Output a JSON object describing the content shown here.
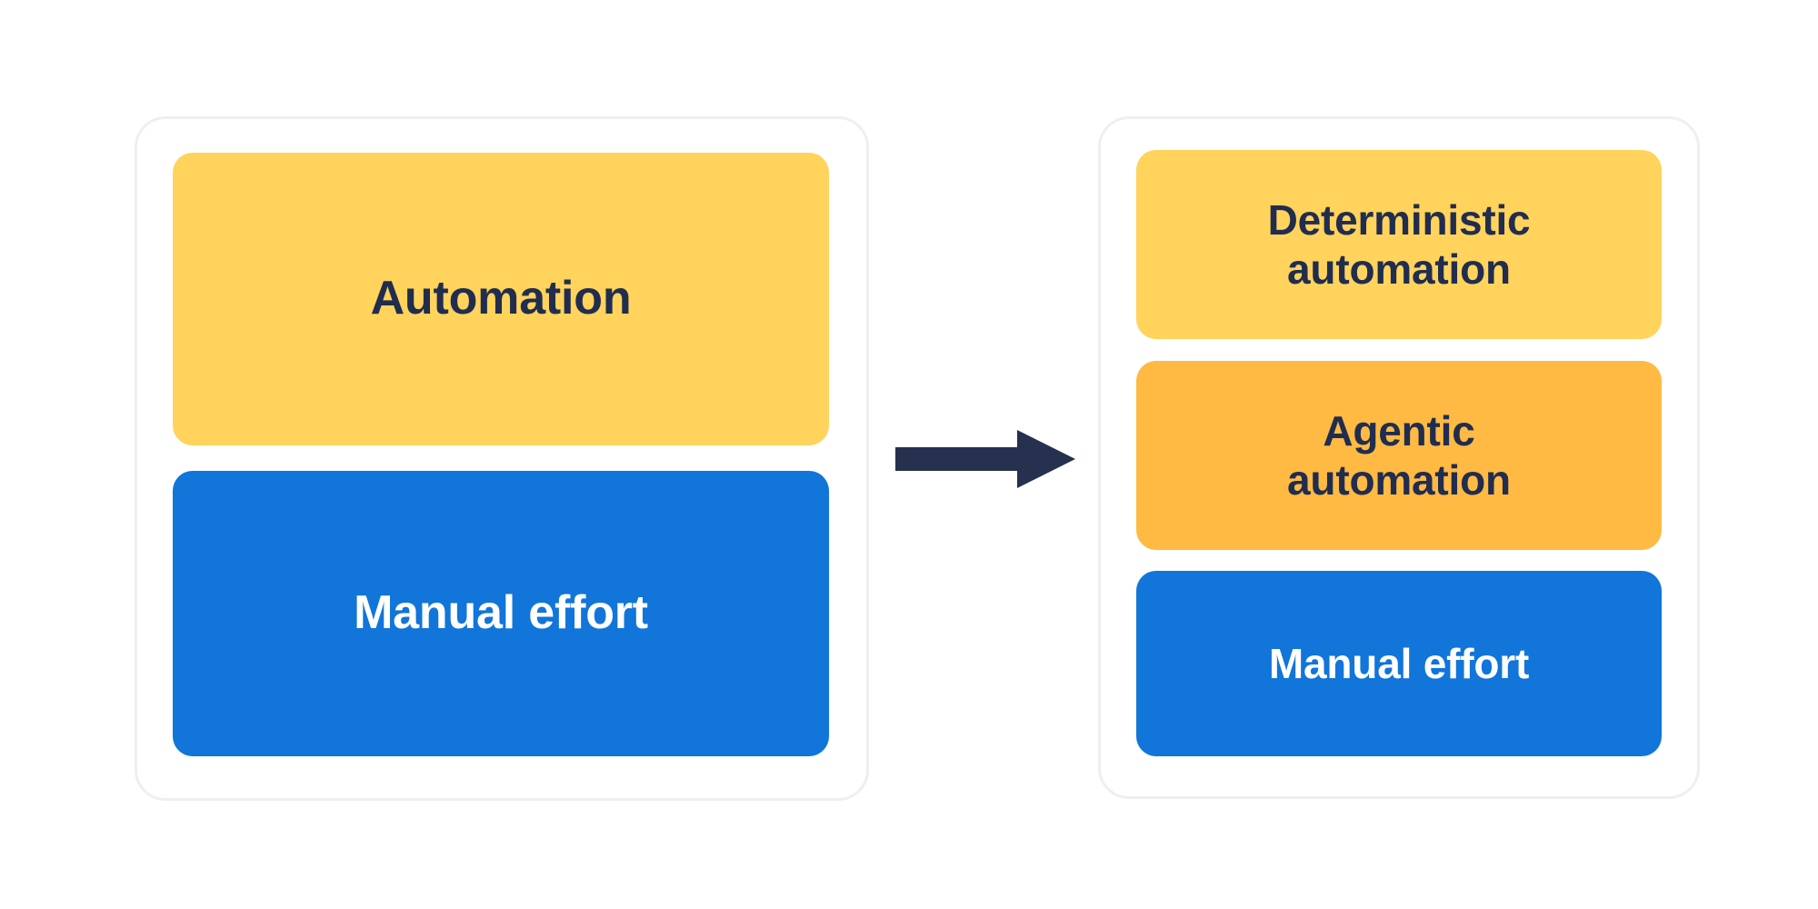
{
  "diagram": {
    "type": "before-after-comparison",
    "colors": {
      "light_yellow": "#FFD35C",
      "orange": "#FFBA44",
      "blue": "#1175D9",
      "navy_text": "#212D4F",
      "arrow": "#26304F",
      "card_border": "#EFEFEF",
      "background": "#FFFFFF",
      "white_text": "#FFFFFF"
    },
    "left_panel": {
      "name": "before-state",
      "blocks": [
        {
          "label": "Automation",
          "color_key": "light_yellow",
          "text_color": "navy",
          "proportion_pct": 51
        },
        {
          "label": "Manual effort",
          "color_key": "blue",
          "text_color": "white",
          "proportion_pct": 49
        }
      ]
    },
    "connector": {
      "name": "right-arrow",
      "icon": "arrow-right-icon",
      "direction": "right"
    },
    "right_panel": {
      "name": "after-state",
      "blocks": [
        {
          "label": "Deterministic\nautomation",
          "color_key": "light_yellow",
          "text_color": "navy",
          "proportion_pct": 34
        },
        {
          "label": "Agentic\nautomation",
          "color_key": "orange",
          "text_color": "navy",
          "proportion_pct": 34
        },
        {
          "label": "Manual effort",
          "color_key": "blue",
          "text_color": "white",
          "proportion_pct": 32
        }
      ]
    }
  }
}
